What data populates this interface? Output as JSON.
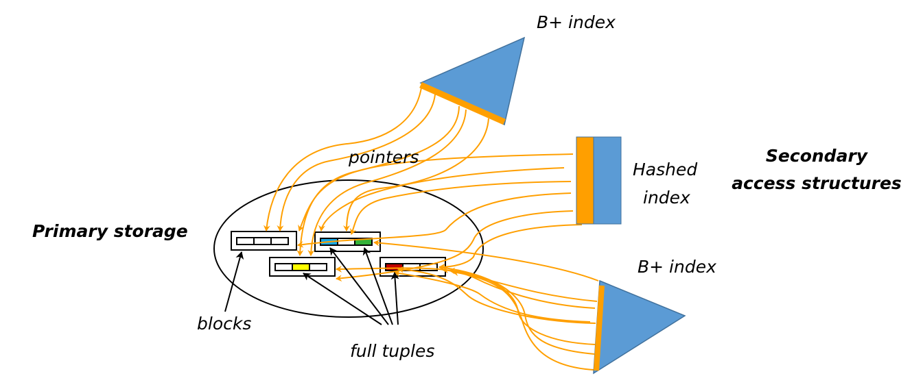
{
  "labels": {
    "top_index": "B+ index",
    "hashed_index_line1": "Hashed",
    "hashed_index_line2": "index",
    "secondary_line1": "Secondary",
    "secondary_line2": "access structures",
    "pointers": "pointers",
    "primary_storage": "Primary storage",
    "bottom_index": "B+ index",
    "blocks": "blocks",
    "full_tuples": "full tuples"
  },
  "colors": {
    "index_fill": "#5b9bd5",
    "index_stroke": "#41719c",
    "pointer": "#ff9f00",
    "tuple_blue": "#19a9e6",
    "tuple_green": "#35b23a",
    "tuple_yellow": "#ffff00",
    "tuple_red": "#c00000",
    "tuple_empty": "#ffffff"
  },
  "blocks": [
    {
      "name": "block-1",
      "cells": [
        "empty",
        "empty",
        "empty"
      ]
    },
    {
      "name": "block-2",
      "cells": [
        "blue",
        "empty",
        "green"
      ]
    },
    {
      "name": "block-3",
      "cells": [
        "empty",
        "yellow",
        "empty"
      ]
    },
    {
      "name": "block-4",
      "cells": [
        "red",
        "empty",
        "empty"
      ]
    }
  ]
}
